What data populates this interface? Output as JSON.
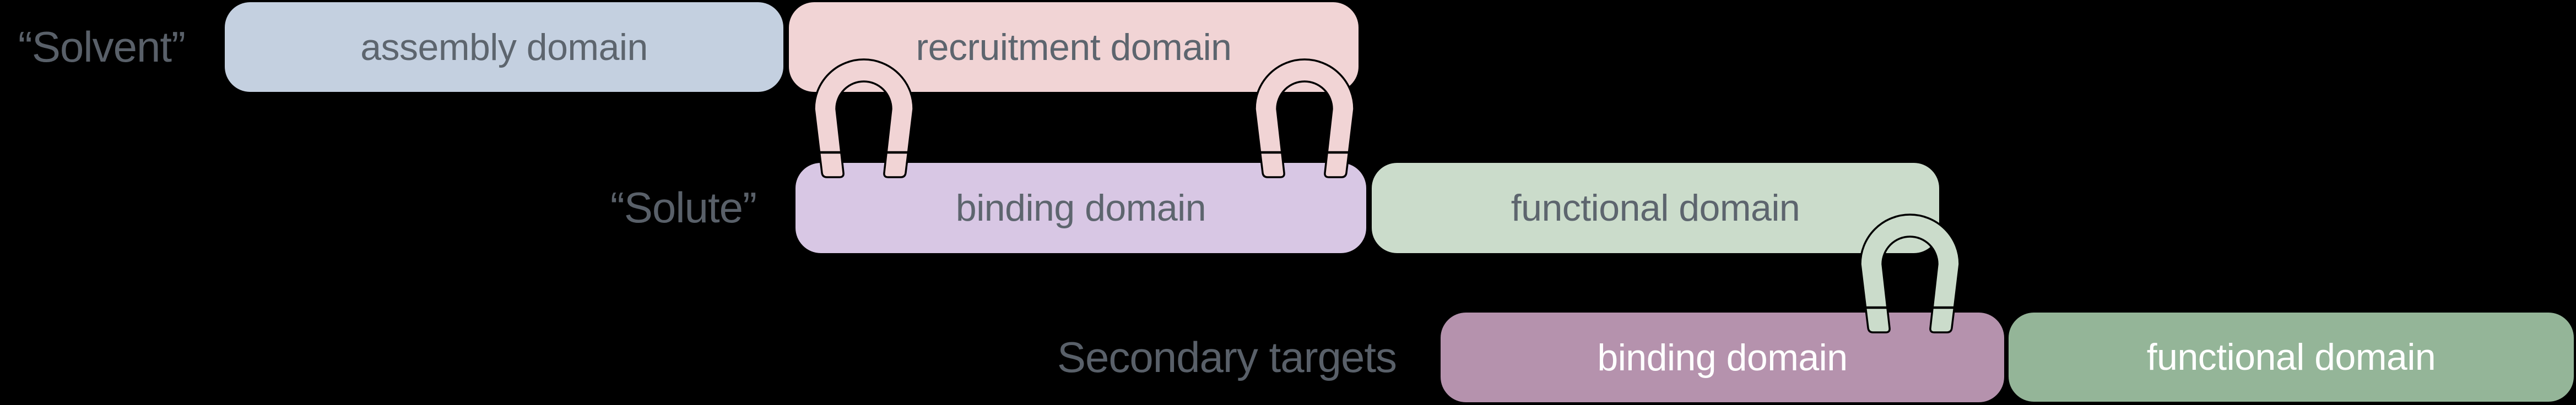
{
  "colors": {
    "background": "#000000",
    "label_text": "#596069",
    "box_text_light": "#5d656e",
    "box_text_dark": "#ffffff",
    "assembly": "#c4d0e0",
    "recruitment": "#f1d4d5",
    "solute_binding": "#d8c7e4",
    "solute_functional": "#cbdccb",
    "target_binding": "#b592ad",
    "target_functional": "#94b598",
    "magnet_outline": "#000000"
  },
  "rows": {
    "solvent": {
      "label": "“Solvent”",
      "assembly_label": "assembly domain",
      "recruitment_label": "recruitment domain"
    },
    "solute": {
      "label": "“Solute”",
      "binding_label": "binding domain",
      "functional_label": "functional domain"
    },
    "secondary_targets": {
      "label": "Secondary targets",
      "binding_label": "binding domain",
      "functional_label": "functional domain"
    }
  }
}
